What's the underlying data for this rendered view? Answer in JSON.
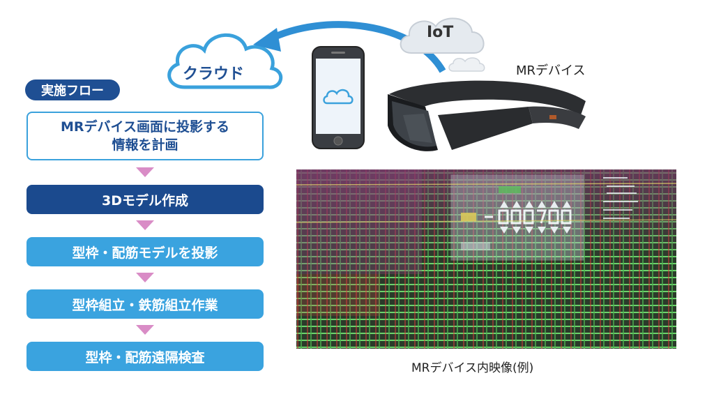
{
  "flow": {
    "title": "実施フロー",
    "steps": [
      "MRデバイス画面に投影する\n情報を計画",
      "3Dモデル作成",
      "型枠・配筋モデルを投影",
      "型枠組立・鉄筋組立作業",
      "型枠・配筋遠隔検査"
    ]
  },
  "illustration": {
    "cloud_label": "クラウド",
    "iot_label": "IoT",
    "device_label": "MRデバイス"
  },
  "mr_view": {
    "caption": "MRデバイス内映像(例)"
  },
  "colors": {
    "dark_blue": "#1b4a8e",
    "light_blue": "#3aa3df",
    "arrow_pink": "#d98cc6"
  }
}
